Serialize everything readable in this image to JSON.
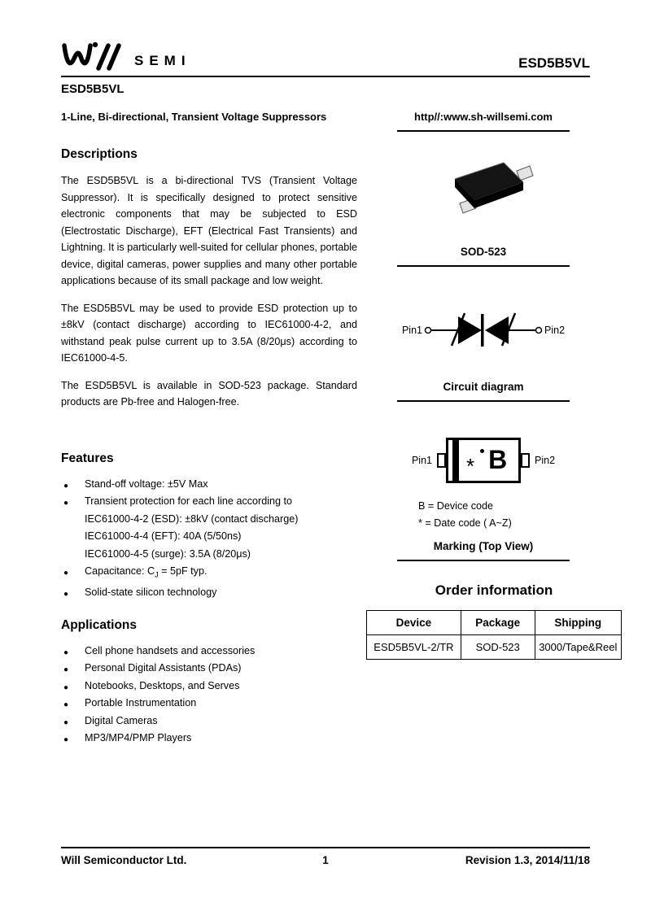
{
  "header": {
    "logo_semi": "SEMI",
    "part_number": "ESD5B5VL",
    "part_heading": "ESD5B5VL"
  },
  "left_column": {
    "subtitle": "1-Line, Bi-directional, Transient Voltage Suppressors",
    "descriptions_heading": "Descriptions",
    "description_paragraphs": [
      "The ESD5B5VL is a bi-directional TVS (Transient Voltage Suppressor). It is specifically designed to protect sensitive electronic components that may be subjected to ESD (Electrostatic Discharge), EFT (Electrical Fast Transients) and Lightning. It is particularly well-suited for cellular phones, portable device, digital cameras, power supplies and many other portable applications because of its small package and low weight.",
      "The ESD5B5VL may be used to provide ESD protection up to ±8kV (contact discharge) according to IEC61000-4-2, and withstand peak pulse current up to 3.5A (8/20μs) according to IEC61000-4-5.",
      "The ESD5B5VL is available in SOD-523 package. Standard products are Pb-free and Halogen-free."
    ],
    "features_heading": "Features",
    "features": [
      "Stand-off voltage: ±5V Max",
      "Transient protection for each line according to",
      "Solid-state silicon technology"
    ],
    "features_sublines": [
      "IEC61000-4-2 (ESD): ±8kV (contact discharge)",
      "IEC61000-4-4 (EFT): 40A (5/50ns)",
      "IEC61000-4-5 (surge): 3.5A (8/20μs)"
    ],
    "capacitance": {
      "prefix": "Capacitance: C",
      "sub": "J",
      "suffix": " = 5pF typ."
    },
    "applications_heading": "Applications",
    "applications": [
      "Cell phone handsets and accessories",
      "Personal Digital Assistants (PDAs)",
      "Notebooks, Desktops, and Serves",
      "Portable Instrumentation",
      "Digital Cameras",
      "MP3/MP4/PMP Players"
    ]
  },
  "right_column": {
    "website": "http//:www.sh-willsemi.com",
    "package_caption": "SOD-523",
    "circuit_caption": "Circuit diagram",
    "pin1_label": "Pin1",
    "pin2_label": "Pin2",
    "marking": {
      "star": "*",
      "device_code": "B",
      "note_device": "B = Device code",
      "note_date": "* = Date code ( A~Z)",
      "caption": "Marking (Top View)"
    },
    "order_info": {
      "heading": "Order information",
      "columns": [
        "Device",
        "Package",
        "Shipping"
      ],
      "row": [
        "ESD5B5VL-2/TR",
        "SOD-523",
        "3000/Tape&Reel"
      ]
    }
  },
  "footer": {
    "company": "Will Semiconductor Ltd.",
    "page_number": "1",
    "revision": "Revision 1.3, 2014/11/18"
  }
}
